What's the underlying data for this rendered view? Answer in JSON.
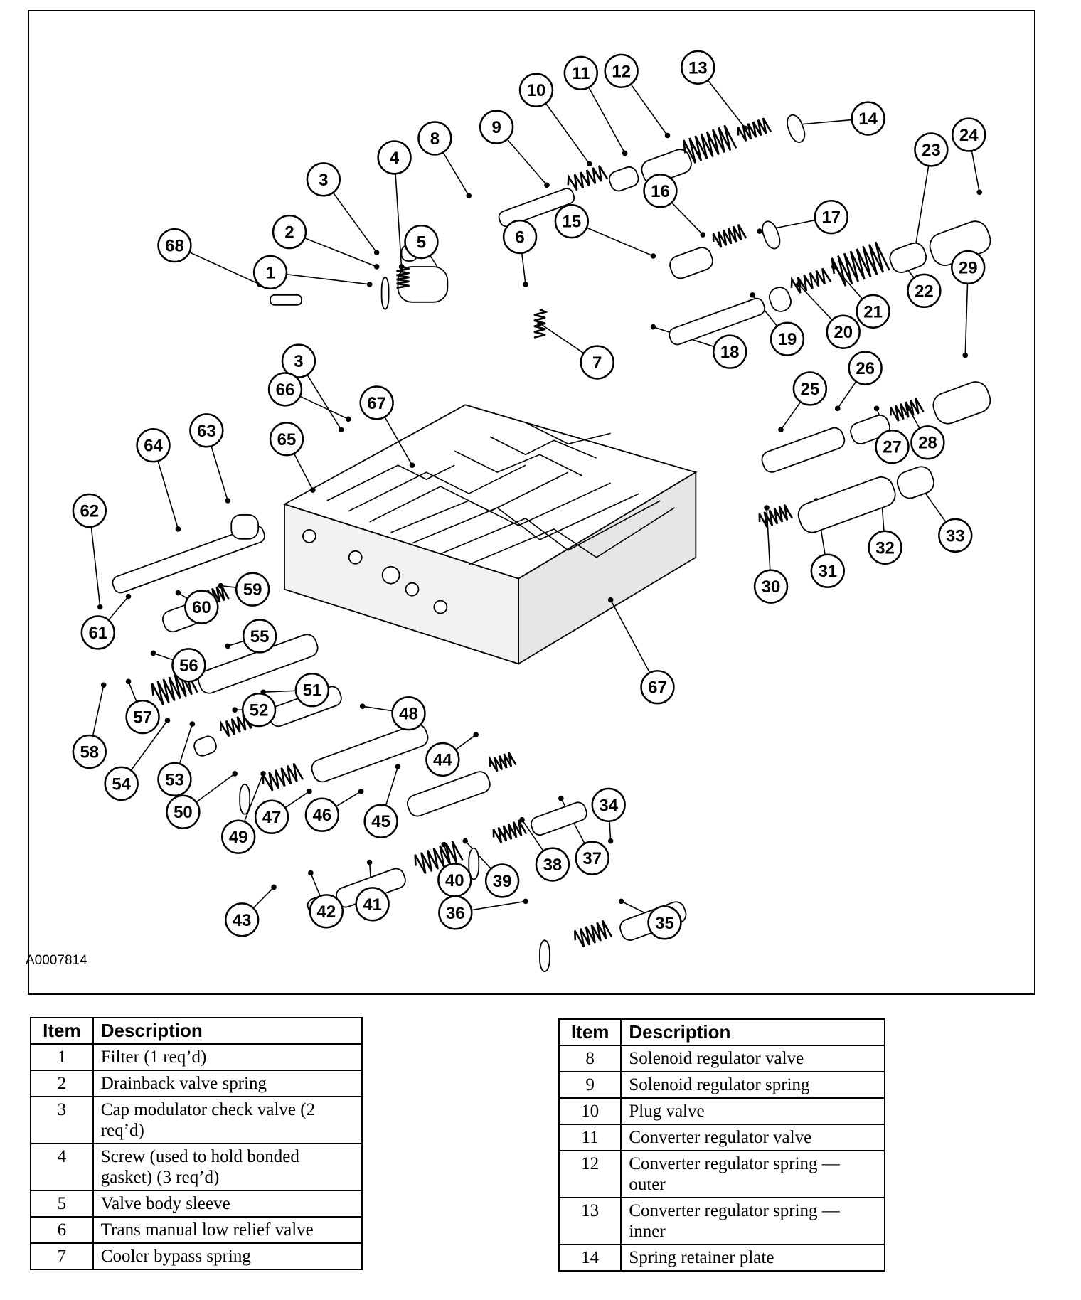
{
  "figure_id": "A0007814",
  "callouts": [
    "1",
    "2",
    "3",
    "3",
    "4",
    "5",
    "6",
    "7",
    "8",
    "9",
    "10",
    "11",
    "12",
    "13",
    "14",
    "15",
    "16",
    "17",
    "18",
    "19",
    "20",
    "21",
    "22",
    "23",
    "24",
    "25",
    "26",
    "27",
    "28",
    "29",
    "30",
    "31",
    "32",
    "33",
    "34",
    "35",
    "36",
    "37",
    "38",
    "39",
    "40",
    "41",
    "42",
    "43",
    "44",
    "45",
    "46",
    "47",
    "48",
    "49",
    "50",
    "51",
    "52",
    "53",
    "54",
    "55",
    "56",
    "57",
    "58",
    "59",
    "60",
    "61",
    "62",
    "63",
    "64",
    "65",
    "66",
    "67",
    "67",
    "68"
  ],
  "table_left": {
    "header": {
      "item": "Item",
      "description": "Description"
    },
    "rows": [
      {
        "item": "1",
        "description": "Filter (1 req’d)"
      },
      {
        "item": "2",
        "description": "Drainback valve spring"
      },
      {
        "item": "3",
        "description": "Cap modulator check valve (2 req’d)"
      },
      {
        "item": "4",
        "description": "Screw (used to hold bonded gasket) (3 req’d)"
      },
      {
        "item": "5",
        "description": "Valve body sleeve"
      },
      {
        "item": "6",
        "description": "Trans manual low relief valve"
      },
      {
        "item": "7",
        "description": "Cooler bypass spring"
      }
    ]
  },
  "table_right": {
    "header": {
      "item": "Item",
      "description": "Description"
    },
    "rows": [
      {
        "item": "8",
        "description": "Solenoid regulator valve"
      },
      {
        "item": "9",
        "description": "Solenoid regulator spring"
      },
      {
        "item": "10",
        "description": "Plug valve"
      },
      {
        "item": "11",
        "description": "Converter regulator valve"
      },
      {
        "item": "12",
        "description": "Converter regulator spring — outer"
      },
      {
        "item": "13",
        "description": "Converter regulator spring — inner"
      },
      {
        "item": "14",
        "description": "Spring retainer plate"
      }
    ]
  }
}
